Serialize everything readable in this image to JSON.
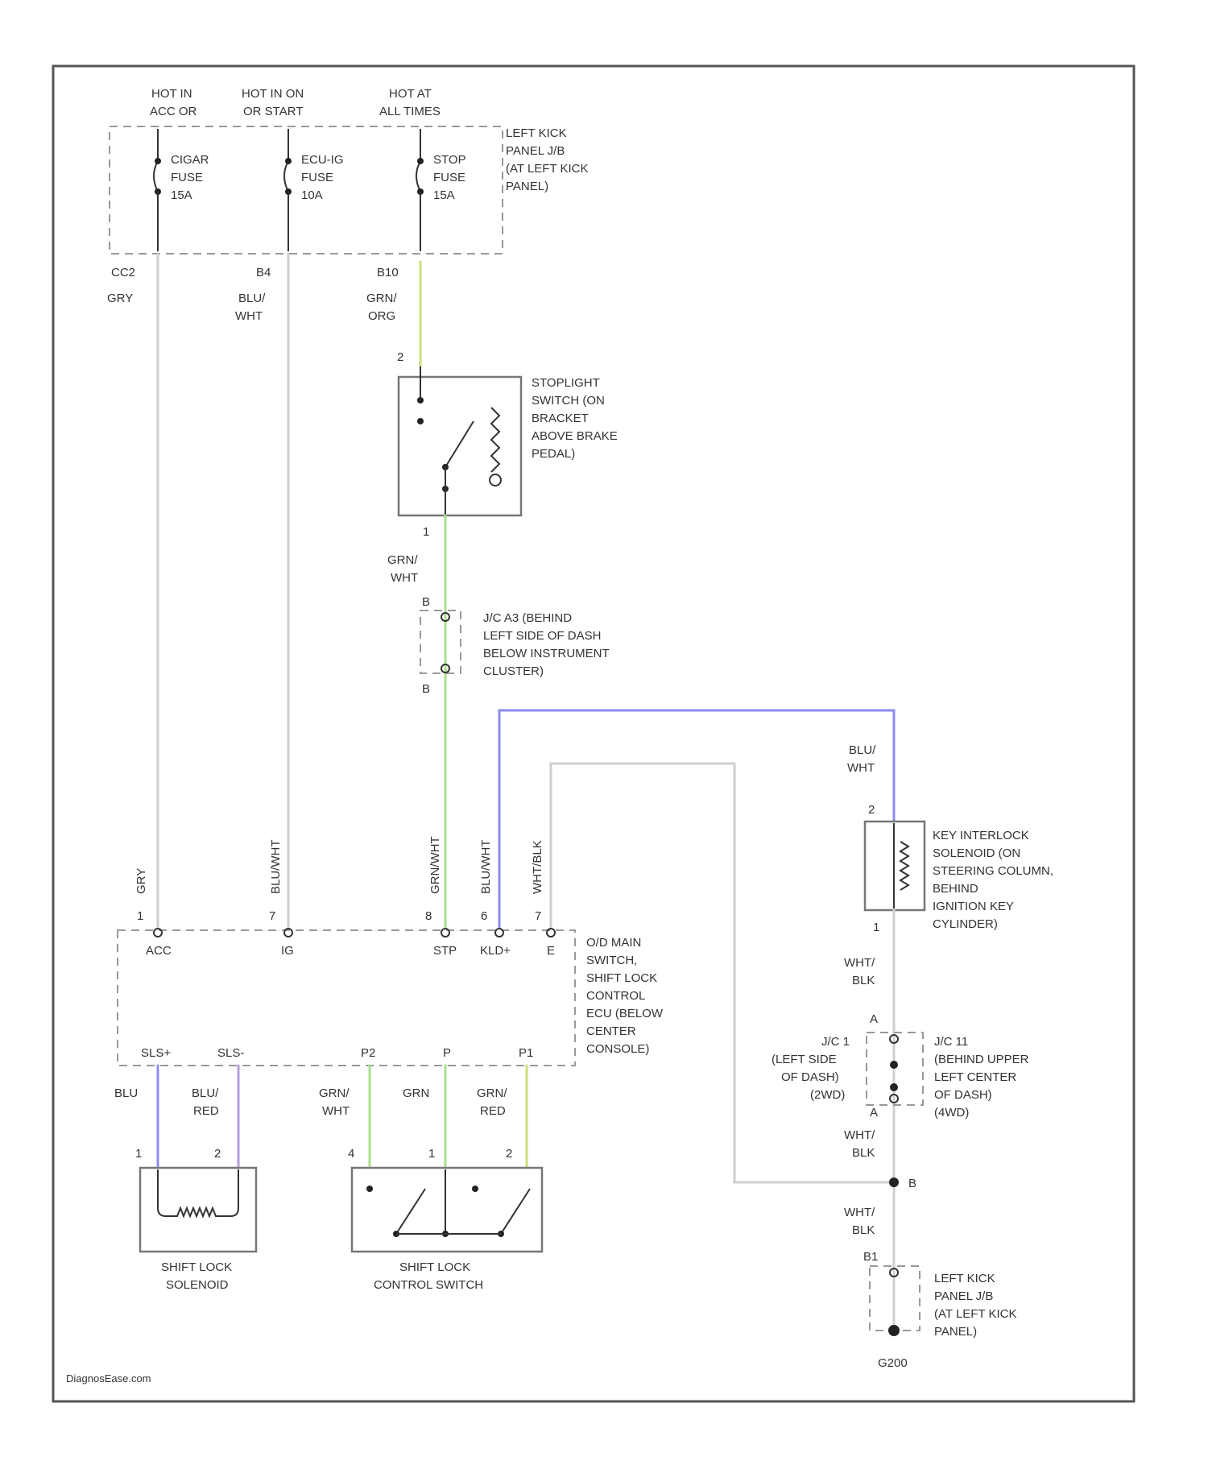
{
  "colors": {
    "wire_gray": "#cfcfcf",
    "wire_green": "#a8e08a",
    "wire_blue": "#8c8cf0",
    "wire_purple": "#b89ad8",
    "wire_olive": "#c8e07a",
    "border": "#555555"
  },
  "power": {
    "hot_acc": [
      "HOT IN",
      "ACC OR"
    ],
    "hot_on": [
      "HOT IN ON",
      "OR START"
    ],
    "hot_always": [
      "HOT AT",
      "ALL TIMES"
    ]
  },
  "fuses": {
    "cigar": [
      "CIGAR",
      "FUSE",
      "15A"
    ],
    "ecu": [
      "ECU-IG",
      "FUSE",
      "10A"
    ],
    "stop": [
      "STOP",
      "FUSE",
      "15A"
    ]
  },
  "junction_block_top": [
    "LEFT KICK",
    "PANEL J/B",
    "(AT LEFT KICK",
    "PANEL)"
  ],
  "top_connectors": {
    "c1": "CC2",
    "c2": "B4",
    "c3": "B10"
  },
  "top_wires": {
    "w1": [
      "GRY"
    ],
    "w2": [
      "BLU/",
      "WHT"
    ],
    "w3": [
      "GRN/",
      "ORG"
    ]
  },
  "stoplight": {
    "pin_top": "2",
    "pin_bottom": "1",
    "label": [
      "STOPLIGHT",
      "SWITCH (ON",
      "BRACKET",
      "ABOVE BRAKE",
      "PEDAL)"
    ],
    "wire_below": [
      "GRN/",
      "WHT"
    ]
  },
  "jc_a": {
    "pin_top": "B",
    "pin_bottom": "B",
    "label": [
      "J/C A3 (BEHIND",
      "LEFT SIDE OF DASH",
      "BELOW INSTRUMENT",
      "CLUSTER)"
    ]
  },
  "ecu_inputs": {
    "w_acc": "GRY",
    "w_ig": "BLU/WHT",
    "w_stp": "GRN/WHT",
    "w_kld": "BLU/WHT",
    "w_e": "WHT/BLK",
    "pin_acc": "1",
    "pin_ig": "7",
    "pin_stp": "8",
    "pin_kld": "6",
    "pin_e": "7",
    "term_acc": "ACC",
    "term_ig": "IG",
    "term_stp": "STP",
    "term_kld": "KLD+",
    "term_e": "E"
  },
  "ecu": {
    "label": [
      "O/D MAIN",
      "SWITCH,",
      "SHIFT LOCK",
      "CONTROL",
      "ECU (BELOW",
      "CENTER",
      "CONSOLE)"
    ],
    "term_sls_p": "SLS+",
    "term_sls_m": "SLS-",
    "term_p2": "P2",
    "term_p": "P",
    "term_p1": "P1"
  },
  "lower_wires": {
    "sls_p": [
      "BLU"
    ],
    "sls_m": [
      "BLU/",
      "RED"
    ],
    "p2": [
      "GRN/",
      "WHT"
    ],
    "p": [
      "GRN"
    ],
    "p1": [
      "GRN/",
      "RED"
    ]
  },
  "solenoid": {
    "pin1": "1",
    "pin2": "2",
    "label": [
      "SHIFT LOCK",
      "SOLENOID"
    ]
  },
  "control_switch": {
    "pin4": "4",
    "pin1": "1",
    "pin2": "2",
    "label": [
      "SHIFT LOCK",
      "CONTROL SWITCH"
    ]
  },
  "key_interlock": {
    "wire_top": [
      "BLU/",
      "WHT"
    ],
    "pin_top": "2",
    "pin_bottom": "1",
    "label": [
      "KEY INTERLOCK",
      "SOLENOID (ON",
      "STEERING COLUMN,",
      "BEHIND",
      "IGNITION KEY",
      "CYLINDER)"
    ],
    "wire_below": [
      "WHT/",
      "BLK"
    ]
  },
  "jc_b": {
    "pin_top": "A",
    "pin_bottom": "A",
    "label_left": [
      "J/C 1",
      "(LEFT SIDE",
      "OF DASH)",
      "(2WD)"
    ],
    "label_right": [
      "J/C 11",
      "(BEHIND UPPER",
      "LEFT CENTER",
      "OF DASH)",
      "(4WD)"
    ]
  },
  "ground_path": {
    "wire1": [
      "WHT/",
      "BLK"
    ],
    "splice_pin": "B",
    "wire2": [
      "WHT/",
      "BLK"
    ],
    "pin_b1": "B1",
    "jb_label": [
      "LEFT KICK",
      "PANEL J/B",
      "(AT LEFT KICK",
      "PANEL)"
    ],
    "ground": "G200"
  },
  "footer": "DiagnosEase.com"
}
